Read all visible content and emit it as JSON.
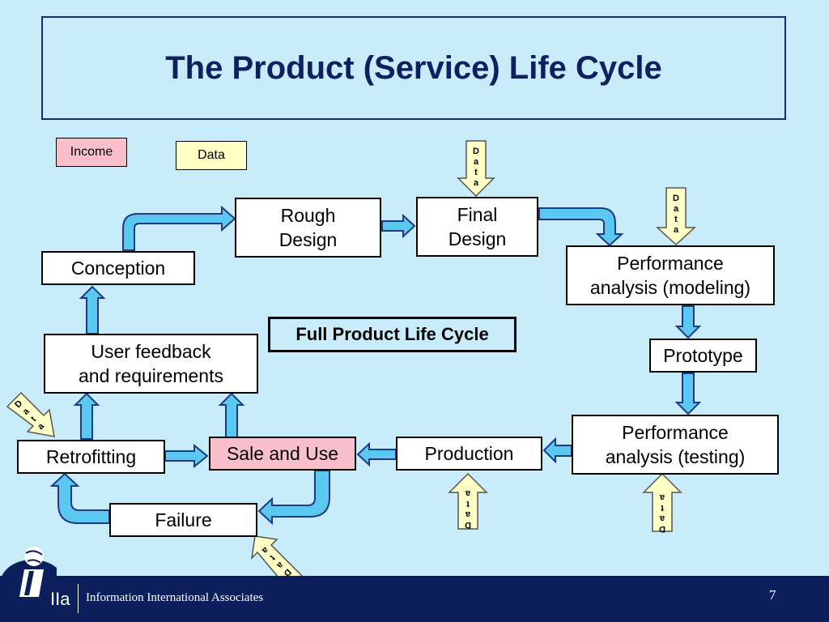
{
  "title": "The Product (Service) Life Cycle",
  "legend": {
    "income": "Income",
    "data": "Data"
  },
  "center_label": "Full Product Life Cycle",
  "data_arrow_label": "Data",
  "nodes": {
    "conception": "Conception",
    "rough_design": "Rough\nDesign",
    "final_design": "Final\nDesign",
    "perf_modeling": "Performance\nanalysis (modeling)",
    "prototype": "Prototype",
    "perf_testing": "Performance\nanalysis (testing)",
    "production": "Production",
    "sale_use": "Sale and Use",
    "retrofitting": "Retrofitting",
    "failure": "Failure",
    "user_feedback": "User feedback\nand requirements"
  },
  "colors": {
    "background": "#c9ecfb",
    "arrow": "#5bc8ef",
    "data": "#ffffc6",
    "income": "#f9c0cb",
    "title": "#0f2060",
    "footer": "#0c1f5c"
  },
  "footer": {
    "logo": "IIa",
    "organization": "Information International Associates",
    "page_number": "7"
  }
}
